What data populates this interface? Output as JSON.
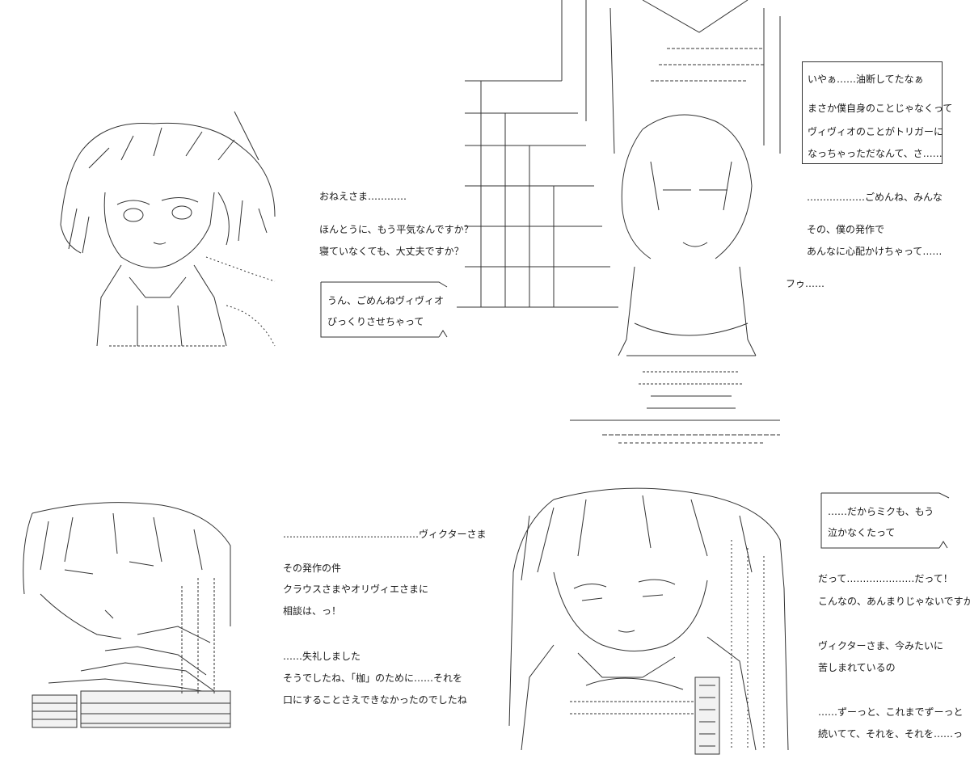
{
  "panel1": {
    "dialog": [
      "おねえさま…………",
      "ほんとうに、もう平気なんですか？",
      "寝ていなくても、大丈夫ですか？"
    ],
    "bubble": [
      "うん、ごめんねヴィヴィオ",
      "びっくりさせちゃって"
    ]
  },
  "panel2": {
    "box": [
      "いやぁ……油断してたなぁ",
      "まさか僕自身のことじゃなくって",
      "ヴィヴィオのことがトリガーに",
      "なっちゃっただなんて、さ……"
    ],
    "dialog": [
      "………………ごめんね、みんな",
      "その、僕の発作で",
      "あんなに心配かけちゃって……"
    ],
    "sigh": "フゥ……"
  },
  "panel3": {
    "dialog": [
      "……………………………………ヴィクターさま",
      "その発作の件",
      "クラウスさまやオリヴィエさまに",
      "相談は、っ！",
      "……失礼しました",
      "そうでしたね、「枷」のために……それを",
      "口にすることさえできなかったのでしたね"
    ]
  },
  "panel4": {
    "bubble": [
      "……だからミクも、もう",
      "泣かなくたって"
    ],
    "dialog": [
      "だって…………………だって！",
      "こんなの、あんまりじゃないですか！",
      "ヴィクターさま、今みたいに",
      "苦しまれているの",
      "……ずーっと、これまでずーっと",
      "続いてて、それを、それを……っ"
    ]
  }
}
